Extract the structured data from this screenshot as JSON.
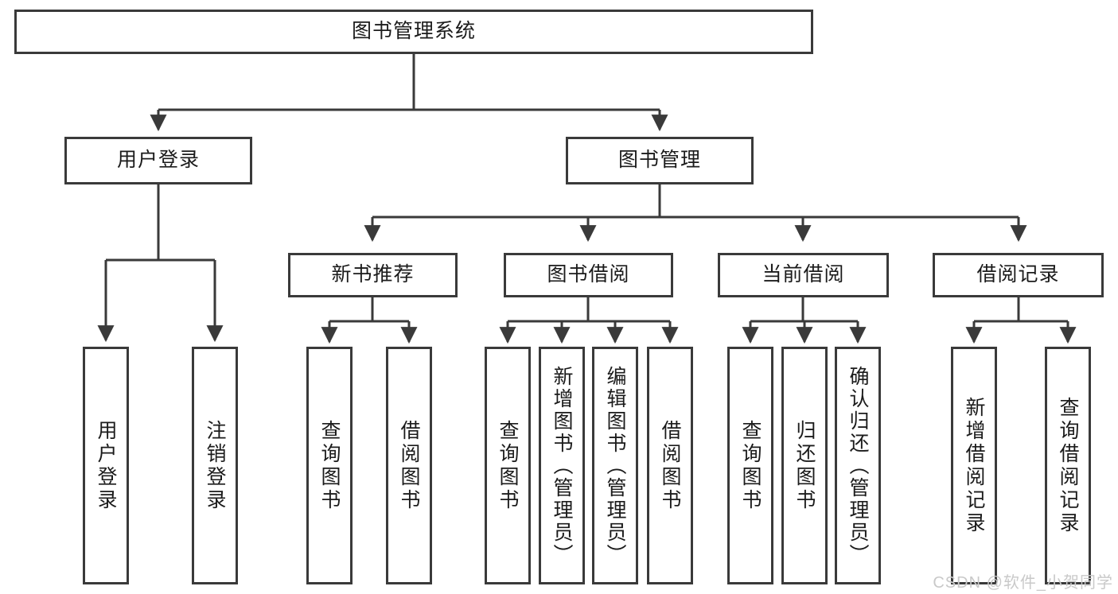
{
  "diagram": {
    "type": "tree",
    "title": "图书管理系统",
    "colors": {
      "stroke": "#3a3a3a",
      "fill": "#ffffff",
      "text": "#1b1b1b",
      "watermark": "#c9c9c9"
    },
    "root": {
      "label": "图书管理系统"
    },
    "level2": [
      {
        "label": "用户登录"
      },
      {
        "label": "图书管理"
      }
    ],
    "level3": [
      {
        "label": "新书推荐"
      },
      {
        "label": "图书借阅"
      },
      {
        "label": "当前借阅"
      },
      {
        "label": "借阅记录"
      }
    ],
    "leaves": {
      "user_login": [
        {
          "label": "用户登录"
        },
        {
          "label": "注销登录"
        }
      ],
      "new_book": [
        {
          "label": "查询图书"
        },
        {
          "label": "借阅图书"
        }
      ],
      "book_borrow": [
        {
          "label": "查询图书"
        },
        {
          "label": "新增图书（管理员）"
        },
        {
          "label": "编辑图书（管理员）"
        },
        {
          "label": "借阅图书"
        }
      ],
      "current_borrow": [
        {
          "label": "查询图书"
        },
        {
          "label": "归还图书"
        },
        {
          "label": "确认归还（管理员）"
        }
      ],
      "borrow_record": [
        {
          "label": "新增借阅记录"
        },
        {
          "label": "查询借阅记录"
        }
      ]
    }
  },
  "watermark": {
    "text": "CSDN @软件_小贺同学"
  }
}
